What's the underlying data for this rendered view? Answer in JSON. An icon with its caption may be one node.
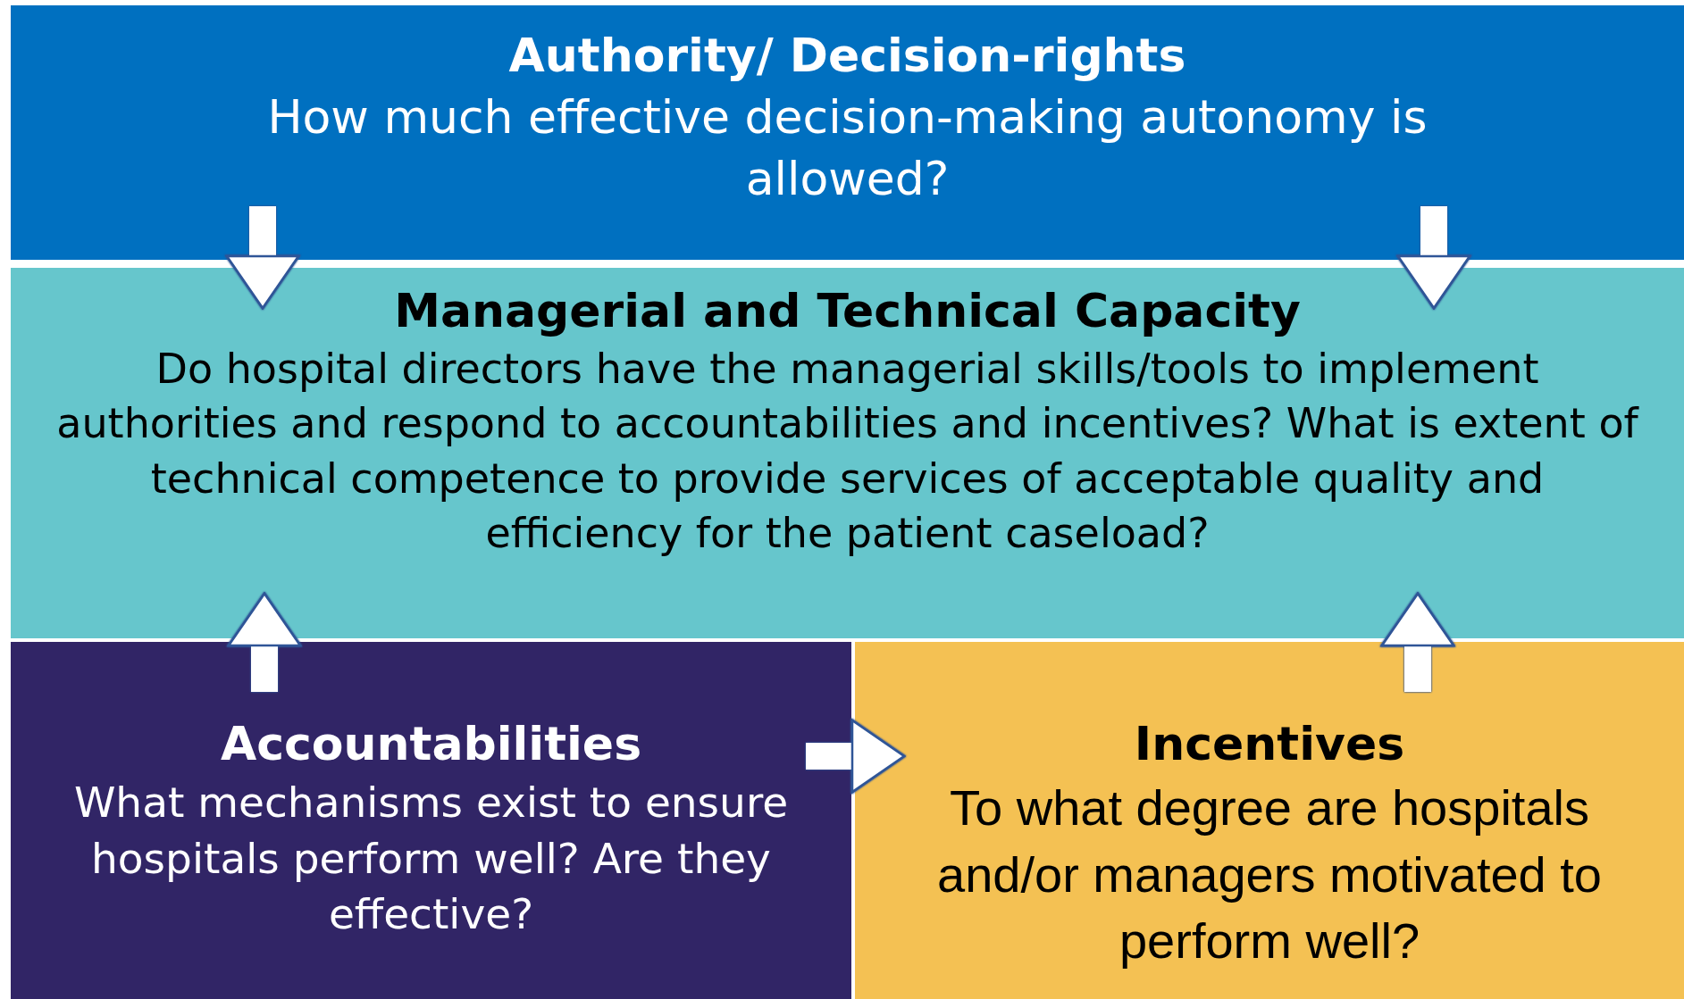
{
  "diagram": {
    "nodes": [
      {
        "text": [
          "Authority/ Decision-rights",
          "How much effective decision-making autonomy is allowed?"
        ]
      },
      {
        "text": [
          "Managerial and Technical Capacity",
          "Do hospital directors have the managerial skills/tools to implement authorities and respond to accountabilities and incentives? What is extent of technical competence to provide services of acceptable quality and efficiency for the patient caseload?"
        ]
      },
      {
        "text": [
          "Accountabilities",
          "What mechanisms exist to ensure hospitals perform well? Are they effective?"
        ]
      },
      {
        "text": [
          "Incentives",
          "To what degree are hospitals and/or managers motivated to perform well?"
        ]
      }
    ],
    "edges": [
      {
        "from": 0,
        "to": 1,
        "arrow": "to"
      },
      {
        "from": 0,
        "to": 1,
        "arrow": "to"
      },
      {
        "from": 2,
        "to": 1,
        "arrow": "to"
      },
      {
        "from": 3,
        "to": 1,
        "arrow": "to"
      },
      {
        "from": 2,
        "to": 3,
        "arrow": "to"
      }
    ]
  }
}
